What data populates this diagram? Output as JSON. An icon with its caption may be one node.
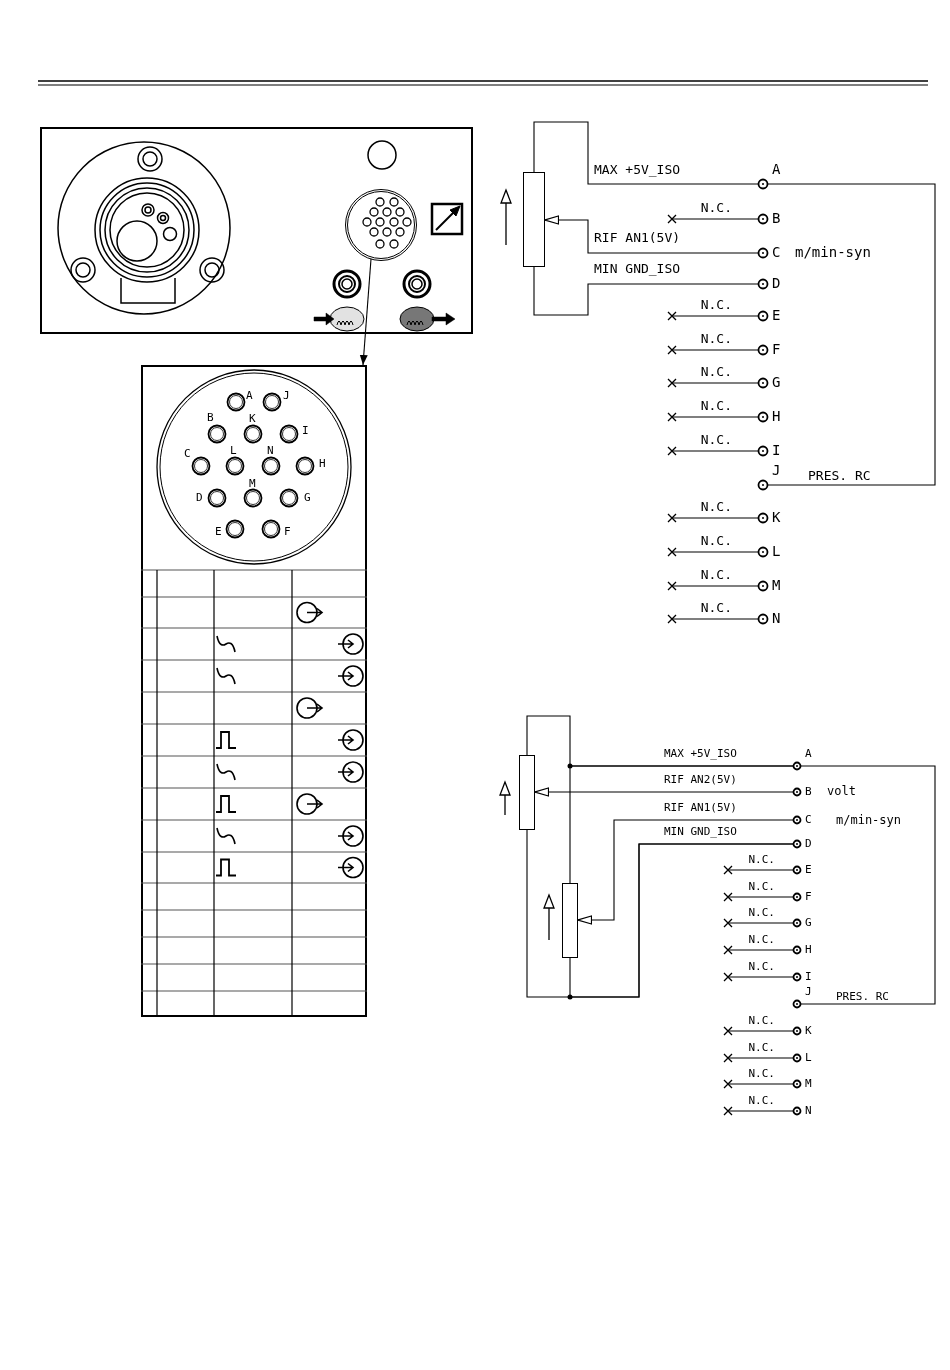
{
  "diagram": {
    "nodes": [
      {
        "text": [],
        "shape": "picture"
      },
      {
        "text": [],
        "shape": "circle",
        "in": 0
      },
      {
        "text": [],
        "shape": "box"
      },
      {
        "text": [],
        "shape": "box"
      },
      {
        "text": [
          "A"
        ]
      },
      {
        "text": [
          "B"
        ]
      },
      {
        "text": [
          "C"
        ],
        "beside": [
          "m/min-syn"
        ]
      },
      {
        "text": [
          "D"
        ]
      },
      {
        "text": [
          "E"
        ]
      },
      {
        "text": [
          "F"
        ]
      },
      {
        "text": [
          "G"
        ]
      },
      {
        "text": [
          "H"
        ]
      },
      {
        "text": [
          "I"
        ]
      },
      {
        "text": [
          "J"
        ],
        "beside": [
          "PRES. RC"
        ]
      },
      {
        "text": [
          "K"
        ]
      },
      {
        "text": [
          "L"
        ]
      },
      {
        "text": [
          "M"
        ]
      },
      {
        "text": [
          "N"
        ]
      },
      {
        "text": [],
        "shape": "box"
      },
      {
        "text": [],
        "shape": "box"
      },
      {
        "text": [
          "A"
        ]
      },
      {
        "text": [
          "B"
        ],
        "beside": [
          "volt"
        ]
      },
      {
        "text": [
          "C"
        ],
        "beside": [
          "m/min-syn"
        ]
      },
      {
        "text": [
          "D"
        ]
      },
      {
        "text": [
          "E"
        ]
      },
      {
        "text": [
          "F"
        ]
      },
      {
        "text": [
          "G"
        ]
      },
      {
        "text": [
          "H"
        ]
      },
      {
        "text": [
          "I"
        ]
      },
      {
        "text": [
          "J"
        ],
        "beside": [
          "PRES. RC"
        ]
      },
      {
        "text": [
          "K"
        ]
      },
      {
        "text": [
          "L"
        ]
      },
      {
        "text": [
          "M"
        ]
      },
      {
        "text": [
          "N"
        ]
      }
    ],
    "edges": [
      {
        "from": 1,
        "to": 2,
        "arrow": "to"
      },
      {
        "from": 3,
        "to": 4,
        "arrow": "none",
        "label": "MAX +5V_ISO"
      },
      {
        "from": 6,
        "to": 3,
        "arrow": "to",
        "label": "RIF AN1(5V)"
      },
      {
        "from": 3,
        "to": 7,
        "arrow": "none",
        "label": "MIN GND_ISO"
      },
      {
        "from": null,
        "to": 5,
        "arrow": "none",
        "label": "N.C."
      },
      {
        "from": null,
        "to": 8,
        "arrow": "none",
        "label": "N.C."
      },
      {
        "from": null,
        "to": 9,
        "arrow": "none",
        "label": "N.C."
      },
      {
        "from": null,
        "to": 10,
        "arrow": "none",
        "label": "N.C."
      },
      {
        "from": null,
        "to": 11,
        "arrow": "none",
        "label": "N.C."
      },
      {
        "from": null,
        "to": 12,
        "arrow": "none",
        "label": "N.C."
      },
      {
        "from": 4,
        "to": 13,
        "arrow": "none"
      },
      {
        "from": null,
        "to": 14,
        "arrow": "none",
        "label": "N.C."
      },
      {
        "from": null,
        "to": 15,
        "arrow": "none",
        "label": "N.C."
      },
      {
        "from": null,
        "to": 16,
        "arrow": "none",
        "label": "N.C."
      },
      {
        "from": null,
        "to": 17,
        "arrow": "none",
        "label": "N.C."
      },
      {
        "from": 18,
        "to": 20,
        "arrow": "none",
        "label": "MAX +5V_ISO"
      },
      {
        "from": 19,
        "to": 20,
        "arrow": "none"
      },
      {
        "from": 21,
        "to": 18,
        "arrow": "to",
        "label": "RIF AN2(5V)"
      },
      {
        "from": 22,
        "to": 19,
        "arrow": "to",
        "label": "RIF AN1(5V)"
      },
      {
        "from": 18,
        "to": 23,
        "arrow": "none",
        "label": "MIN GND_ISO"
      },
      {
        "from": 19,
        "to": 23,
        "arrow": "none"
      },
      {
        "from": null,
        "to": 24,
        "arrow": "none",
        "label": "N.C."
      },
      {
        "from": null,
        "to": 25,
        "arrow": "none",
        "label": "N.C."
      },
      {
        "from": null,
        "to": 26,
        "arrow": "none",
        "label": "N.C."
      },
      {
        "from": null,
        "to": 27,
        "arrow": "none",
        "label": "N.C."
      },
      {
        "from": null,
        "to": 28,
        "arrow": "none",
        "label": "N.C."
      },
      {
        "from": 20,
        "to": 29,
        "arrow": "none"
      },
      {
        "from": null,
        "to": 30,
        "arrow": "none",
        "label": "N.C."
      },
      {
        "from": null,
        "to": 31,
        "arrow": "none",
        "label": "N.C."
      },
      {
        "from": null,
        "to": 32,
        "arrow": "none",
        "label": "N.C."
      },
      {
        "from": null,
        "to": 33,
        "arrow": "none",
        "label": "N.C."
      }
    ],
    "labels": [
      "A",
      "J",
      "B",
      "K",
      "I",
      "C",
      "L",
      "N",
      "H",
      "D",
      "M",
      "G",
      "E",
      "F"
    ]
  }
}
